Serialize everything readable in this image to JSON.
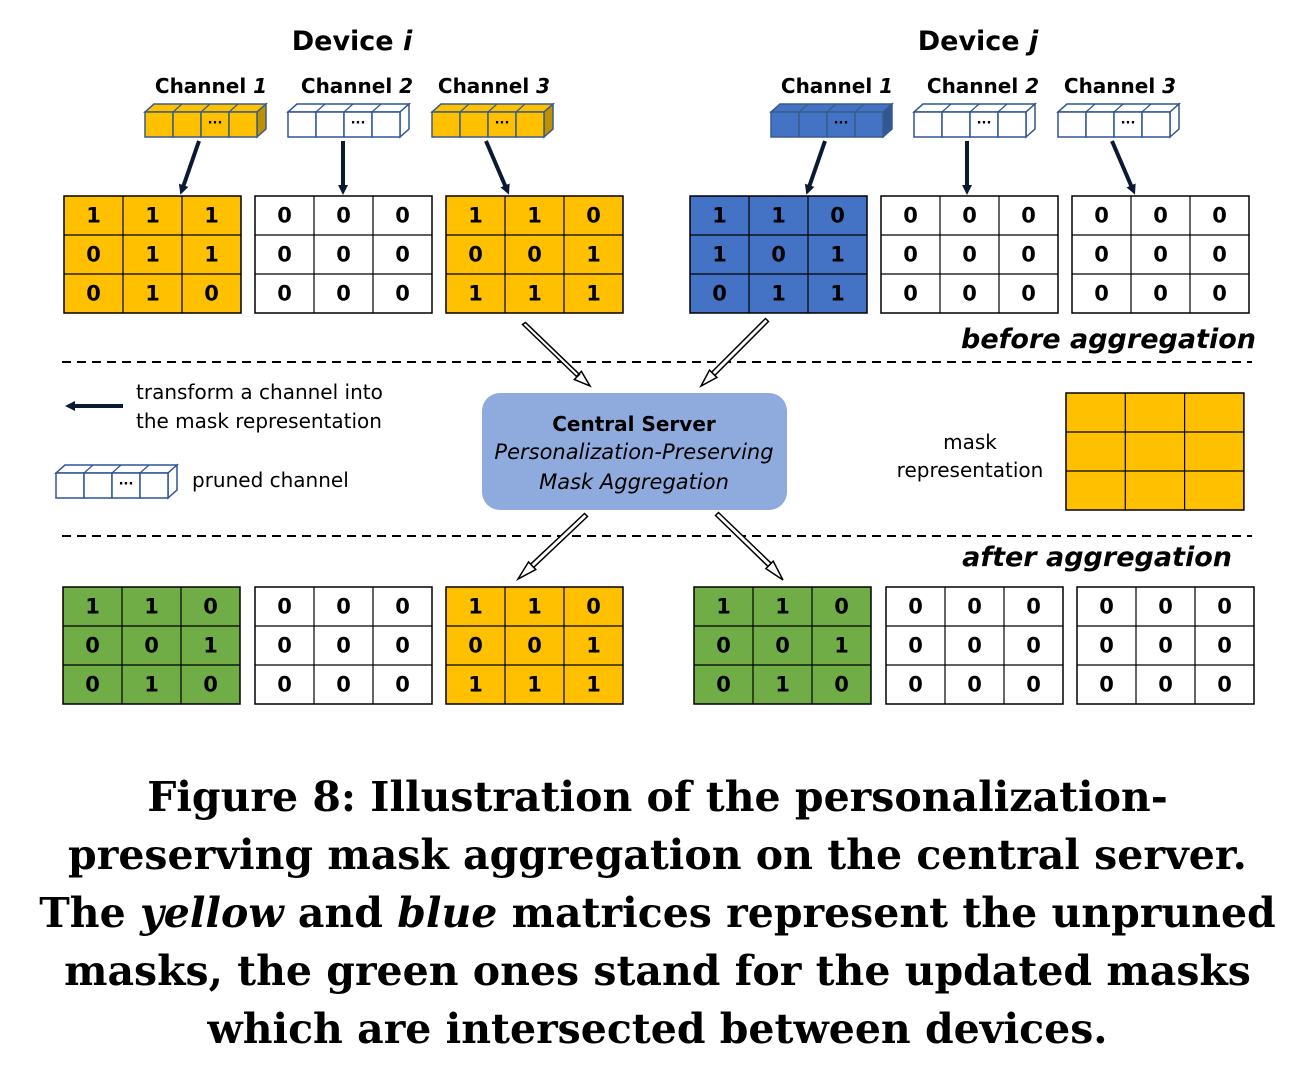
{
  "colors": {
    "yellow": "#FFC000",
    "blue": "#4472C4",
    "green": "#70AD47",
    "empty": "#FFFFFF",
    "server_fill": "#8FAADC",
    "server_stroke": "#8FAADC",
    "grid_stroke": "#000000",
    "channel_stroke_unpruned": "#385D8A",
    "channel_stroke_pruned": "#2F5597"
  },
  "devices": [
    {
      "title_prefix": "Device ",
      "title_var": "i",
      "channels": [
        {
          "prefix": "Channel ",
          "num": "1",
          "color": "yellow"
        },
        {
          "prefix": "Channel ",
          "num": "2",
          "color": "empty"
        },
        {
          "prefix": "Channel ",
          "num": "3",
          "color": "yellow"
        }
      ],
      "before": [
        {
          "color": "yellow",
          "cells": [
            [
              "1",
              "1",
              "1"
            ],
            [
              "0",
              "1",
              "1"
            ],
            [
              "0",
              "1",
              "0"
            ]
          ]
        },
        {
          "color": "empty",
          "cells": [
            [
              "0",
              "0",
              "0"
            ],
            [
              "0",
              "0",
              "0"
            ],
            [
              "0",
              "0",
              "0"
            ]
          ]
        },
        {
          "color": "yellow",
          "cells": [
            [
              "1",
              "1",
              "0"
            ],
            [
              "0",
              "0",
              "1"
            ],
            [
              "1",
              "1",
              "1"
            ]
          ]
        }
      ],
      "after": [
        {
          "color": "green",
          "cells": [
            [
              "1",
              "1",
              "0"
            ],
            [
              "0",
              "0",
              "1"
            ],
            [
              "0",
              "1",
              "0"
            ]
          ]
        },
        {
          "color": "empty",
          "cells": [
            [
              "0",
              "0",
              "0"
            ],
            [
              "0",
              "0",
              "0"
            ],
            [
              "0",
              "0",
              "0"
            ]
          ]
        },
        {
          "color": "yellow",
          "cells": [
            [
              "1",
              "1",
              "0"
            ],
            [
              "0",
              "0",
              "1"
            ],
            [
              "1",
              "1",
              "1"
            ]
          ]
        }
      ]
    },
    {
      "title_prefix": "Device ",
      "title_var": "j",
      "channels": [
        {
          "prefix": "Channel ",
          "num": "1",
          "color": "blue"
        },
        {
          "prefix": "Channel ",
          "num": "2",
          "color": "empty"
        },
        {
          "prefix": "Channel ",
          "num": "3",
          "color": "empty"
        }
      ],
      "before": [
        {
          "color": "blue",
          "cells": [
            [
              "1",
              "1",
              "0"
            ],
            [
              "1",
              "0",
              "1"
            ],
            [
              "0",
              "1",
              "1"
            ]
          ]
        },
        {
          "color": "empty",
          "cells": [
            [
              "0",
              "0",
              "0"
            ],
            [
              "0",
              "0",
              "0"
            ],
            [
              "0",
              "0",
              "0"
            ]
          ]
        },
        {
          "color": "empty",
          "cells": [
            [
              "0",
              "0",
              "0"
            ],
            [
              "0",
              "0",
              "0"
            ],
            [
              "0",
              "0",
              "0"
            ]
          ]
        }
      ],
      "after": [
        {
          "color": "green",
          "cells": [
            [
              "1",
              "1",
              "0"
            ],
            [
              "0",
              "0",
              "1"
            ],
            [
              "0",
              "1",
              "0"
            ]
          ]
        },
        {
          "color": "empty",
          "cells": [
            [
              "0",
              "0",
              "0"
            ],
            [
              "0",
              "0",
              "0"
            ],
            [
              "0",
              "0",
              "0"
            ]
          ]
        },
        {
          "color": "empty",
          "cells": [
            [
              "0",
              "0",
              "0"
            ],
            [
              "0",
              "0",
              "0"
            ],
            [
              "0",
              "0",
              "0"
            ]
          ]
        }
      ]
    }
  ],
  "channel_dots": "···",
  "labels": {
    "before_aggregation": "before aggregation",
    "after_aggregation": "after aggregation"
  },
  "legend": {
    "arrow_line1": "transform a channel into",
    "arrow_line2": "the mask representation",
    "pruned": "pruned channel",
    "mask_line1": "mask",
    "mask_line2": "representation"
  },
  "server": {
    "title": "Central Server",
    "line1": "Personalization-Preserving",
    "line2": "Mask Aggregation"
  },
  "caption": {
    "p1": "Figure 8: Illustration of the personalization-preserving mask aggregation on the central server. The ",
    "yellow": "yellow",
    "p2": " and ",
    "blue": "blue",
    "p3": " matrices represent the unpruned masks, the green ones stand for the updated masks which are intersected between devices."
  }
}
